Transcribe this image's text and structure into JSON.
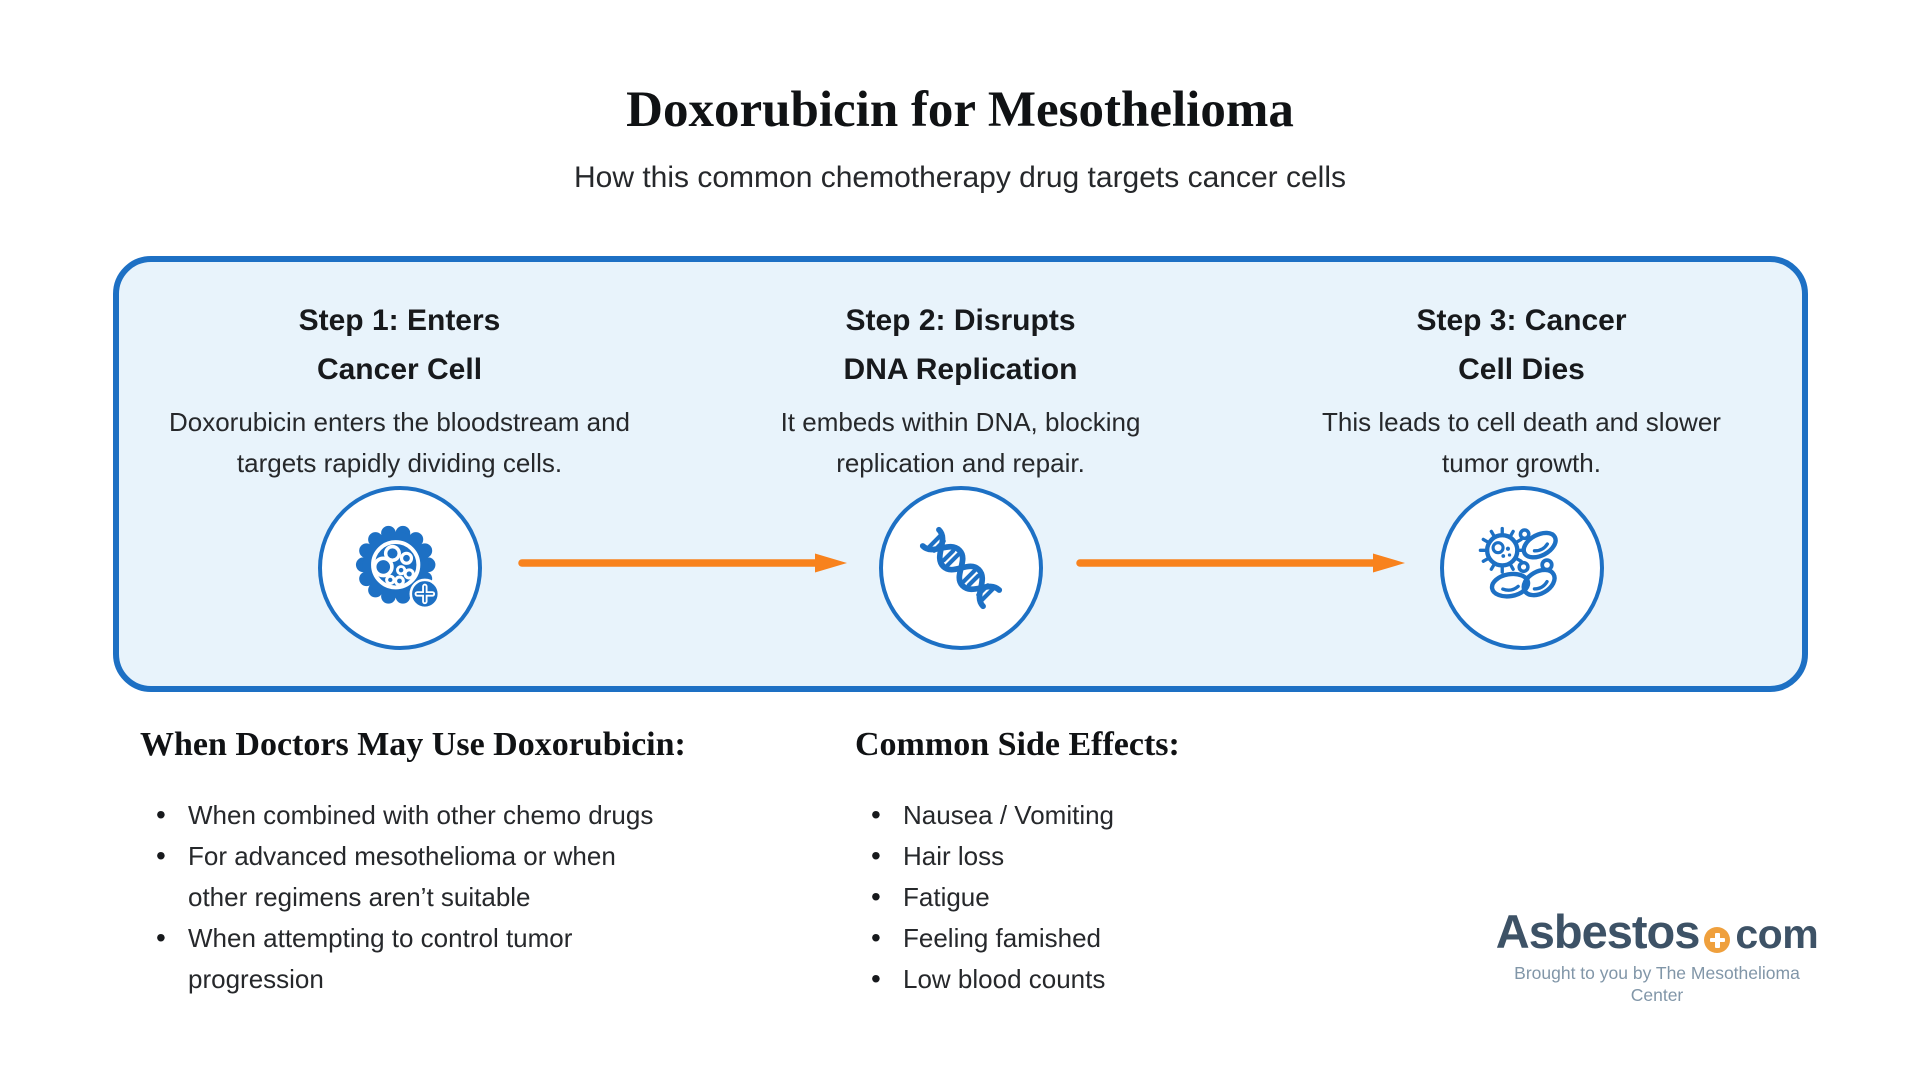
{
  "header": {
    "title": "Doxorubicin for Mesothelioma",
    "subtitle": "How this common chemotherapy drug targets cancer cells"
  },
  "steps_panel": {
    "steps": [
      {
        "icon": "cancer-cell-icon",
        "title_line1": "Step 1: Enters",
        "title_line2": "Cancer Cell",
        "description": "Doxorubicin enters the bloodstream and targets rapidly dividing cells."
      },
      {
        "icon": "dna-helix-icon",
        "title_line1": "Step 2: Disrupts",
        "title_line2": "DNA Replication",
        "description": "It embeds within DNA, blocking replication and repair."
      },
      {
        "icon": "dead-cells-icon",
        "title_line1": "Step 3: Cancer",
        "title_line2": "Cell Dies",
        "description": "This leads to cell death and slower tumor growth."
      }
    ],
    "arrow_icon": "right-arrow-icon"
  },
  "usage_section": {
    "heading": "When Doctors May Use Doxorubicin:",
    "items": [
      "When combined with other chemo drugs",
      "For advanced mesothelioma or when other regimens aren’t suitable",
      "When attempting to control tumor progression"
    ]
  },
  "side_effects_section": {
    "heading": "Common Side Effects:",
    "items": [
      "Nausea / Vomiting",
      "Hair loss",
      "Fatigue",
      "Feeling famished",
      "Low blood counts"
    ]
  },
  "logo": {
    "brand": "Asbestos",
    "tld": "com",
    "plus_icon": "plus-icon",
    "tagline": "Brought to you by The Mesothelioma Center"
  },
  "colors": {
    "panel_background": "#e8f3fb",
    "panel_border_blue": "#1d70c4",
    "icon_blue": "#1d70c4",
    "arrow_orange": "#f8821d",
    "logo_slate": "#3d5266",
    "logo_tagline_gray": "#8196a8",
    "logo_plus_orange": "#efa03d",
    "text_dark": "#17191c"
  }
}
